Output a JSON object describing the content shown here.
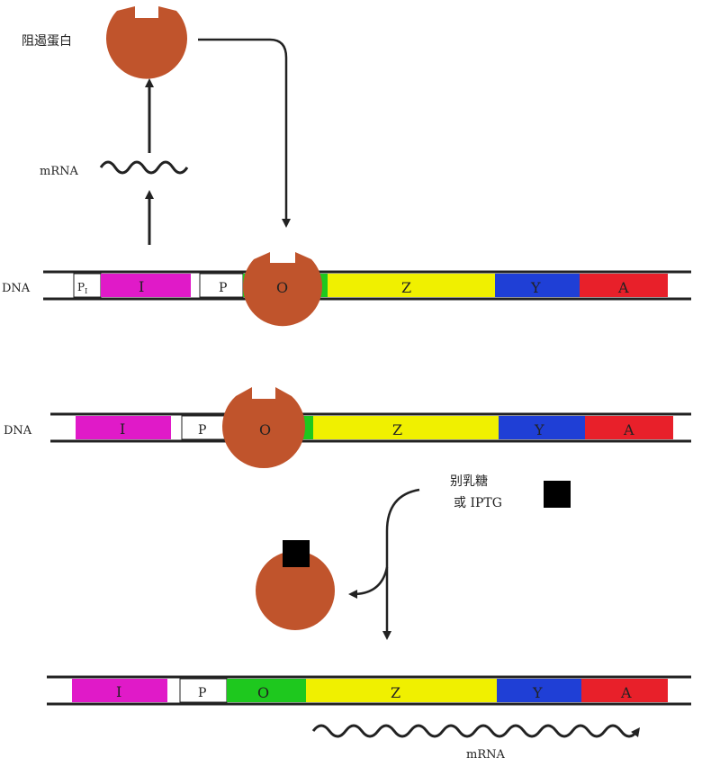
{
  "labels": {
    "repressor": "阻遏蛋白",
    "mrna_top": "mRNA",
    "dna_1": "DNA",
    "dna_2": "DNA",
    "inducer_line1": "别乳糖",
    "inducer_line2": "或 IPTG",
    "mrna_bottom": "mRNA"
  },
  "genes": {
    "p1": "P",
    "p1_sub": "I",
    "i": "I",
    "p": "P",
    "o": "O",
    "z": "Z",
    "y": "Y",
    "a": "A"
  },
  "colors": {
    "repressor": "#c0542c",
    "i_gene": "#e01ac8",
    "o_gene": "#1ec81e",
    "z_gene": "#f0f000",
    "y_gene": "#1f3fd6",
    "a_gene": "#e8202a",
    "inducer": "#000000",
    "line": "#222222"
  }
}
